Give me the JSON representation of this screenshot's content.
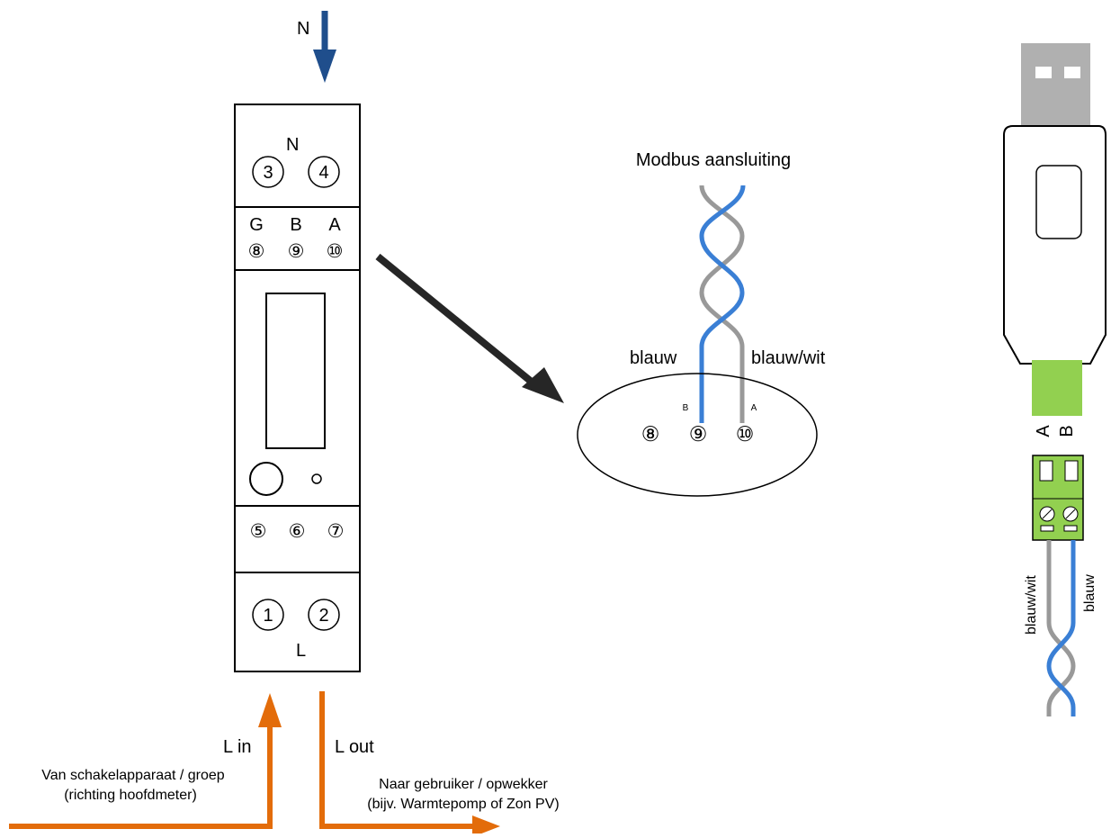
{
  "meter": {
    "neutral_arrow_label": "N",
    "top_block_label": "N",
    "top_terminals": [
      "3",
      "4"
    ],
    "modbus_labels": [
      "G",
      "B",
      "A"
    ],
    "modbus_terminals": [
      "⑧",
      "⑨",
      "⑩"
    ],
    "mid_terminals": [
      "⑤",
      "⑥",
      "⑦"
    ],
    "bottom_terminals": [
      "1",
      "2"
    ],
    "bottom_block_label": "L"
  },
  "wiring": {
    "l_in_label": "L in",
    "l_out_label": "L out",
    "source_line1": "Van schakelapparaat / groep",
    "source_line2": "(richting hoofdmeter)",
    "dest_line1": "Naar gebruiker / opwekker",
    "dest_line2": "(bijv. Warmtepomp of Zon PV)"
  },
  "modbus_detail": {
    "title": "Modbus aansluiting",
    "left_wire_label": "blauw",
    "right_wire_label": "blauw/wit",
    "terminal_b_letter": "B",
    "terminal_a_letter": "A",
    "terminals": [
      "⑧",
      "⑨",
      "⑩"
    ]
  },
  "usb_adapter": {
    "connector_label_a": "A",
    "connector_label_b": "B",
    "left_wire_label": "blauw/wit",
    "right_wire_label": "blauw"
  },
  "colors": {
    "neutral_arrow": "#1f4e8c",
    "phase_wire": "#e36c0a",
    "wire_blue": "#3a7fd5",
    "wire_grey": "#999999",
    "connector_green": "#92d050",
    "usb_plug_grey": "#b0b0b0",
    "pointer_arrow": "#262626"
  }
}
